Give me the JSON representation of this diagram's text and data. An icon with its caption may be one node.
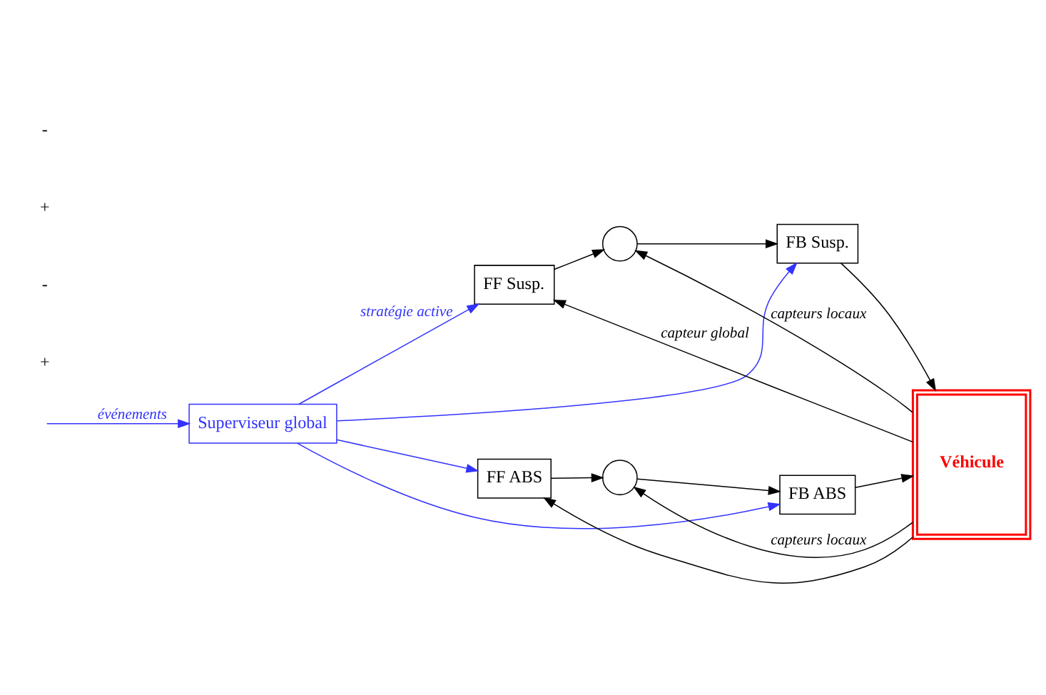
{
  "diagram": {
    "nodes": [
      {
        "text": [
          "Superviseur global"
        ]
      },
      {
        "text": [
          "FF Susp."
        ]
      },
      {
        "text": [],
        "shape": "circle"
      },
      {
        "text": [
          "FB Susp."
        ]
      },
      {
        "text": [
          "FF ABS"
        ]
      },
      {
        "text": [],
        "shape": "circle"
      },
      {
        "text": [
          "FB ABS"
        ]
      },
      {
        "text": [
          "Véhicule"
        ]
      }
    ],
    "edges": [
      {
        "from": null,
        "to": 0,
        "arrow": "to",
        "label": "événements",
        "color": "#3333ff"
      },
      {
        "from": 0,
        "to": 1,
        "arrow": "to",
        "label": "stratégie active",
        "color": "#3333ff"
      },
      {
        "from": 0,
        "to": 4,
        "arrow": "to",
        "color": "#3333ff"
      },
      {
        "from": 0,
        "to": 3,
        "arrow": "to",
        "color": "#3333ff"
      },
      {
        "from": 0,
        "to": 6,
        "arrow": "to",
        "color": "#3333ff"
      },
      {
        "from": 1,
        "to": 2,
        "arrow": "to"
      },
      {
        "from": 2,
        "to": 3,
        "arrow": "to"
      },
      {
        "from": 3,
        "to": 7,
        "arrow": "to"
      },
      {
        "from": 4,
        "to": 5,
        "arrow": "to"
      },
      {
        "from": 5,
        "to": 6,
        "arrow": "to"
      },
      {
        "from": 6,
        "to": 7,
        "arrow": "to"
      },
      {
        "from": 7,
        "to": 2,
        "arrow": "to",
        "label": "capteurs locaux"
      },
      {
        "from": 7,
        "to": 5,
        "arrow": "to",
        "label": "capteurs locaux"
      },
      {
        "from": 7,
        "to": 1,
        "arrow": "to",
        "label": "capteur global"
      },
      {
        "from": 7,
        "to": 4,
        "arrow": "to"
      }
    ],
    "labels": [
      "+",
      "-",
      "+",
      "-"
    ]
  }
}
